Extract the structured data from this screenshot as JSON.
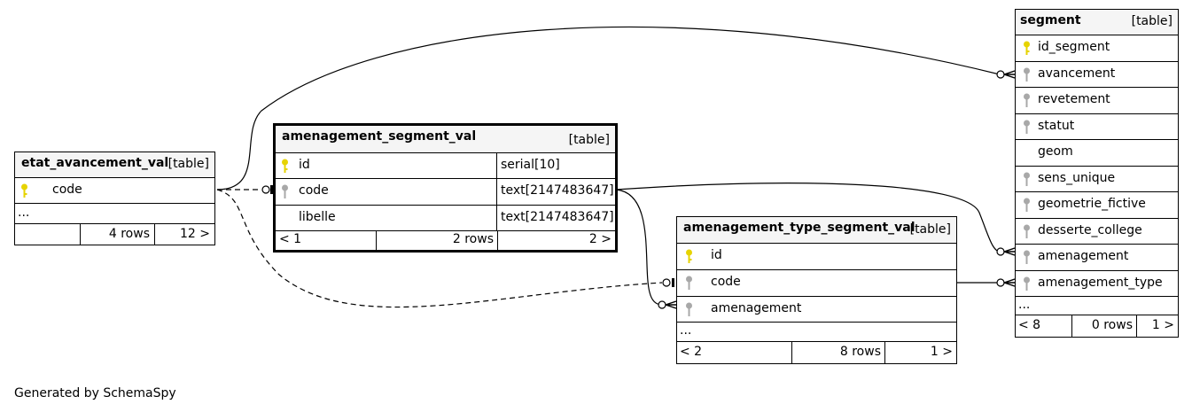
{
  "tables": {
    "etat_avancement_val": {
      "name": "etat_avancement_val",
      "kind": "[table]",
      "columns": [
        {
          "name": "code",
          "key": "primary"
        }
      ],
      "ellipsis": "...",
      "footer": {
        "left": "",
        "rows": "4 rows",
        "right": "12 >"
      }
    },
    "amenagement_segment_val": {
      "name": "amenagement_segment_val",
      "kind": "[table]",
      "columns": [
        {
          "name": "id",
          "type": "serial[10]",
          "key": "primary"
        },
        {
          "name": "code",
          "type": "text[2147483647]",
          "key": "foreign"
        },
        {
          "name": "libelle",
          "type": "text[2147483647]",
          "key": "none"
        }
      ],
      "footer": {
        "left": "< 1",
        "rows": "2 rows",
        "right": "2 >"
      }
    },
    "amenagement_type_segment_val": {
      "name": "amenagement_type_segment_val",
      "kind": "[table]",
      "columns": [
        {
          "name": "id",
          "key": "primary"
        },
        {
          "name": "code",
          "key": "foreign"
        },
        {
          "name": "amenagement",
          "key": "foreign"
        }
      ],
      "ellipsis": "...",
      "footer": {
        "left": "< 2",
        "rows": "8 rows",
        "right": "1 >"
      }
    },
    "segment": {
      "name": "segment",
      "kind": "[table]",
      "columns": [
        {
          "name": "id_segment",
          "key": "primary"
        },
        {
          "name": "avancement",
          "key": "foreign"
        },
        {
          "name": "revetement",
          "key": "foreign"
        },
        {
          "name": "statut",
          "key": "foreign"
        },
        {
          "name": "geom",
          "key": "none"
        },
        {
          "name": "sens_unique",
          "key": "foreign"
        },
        {
          "name": "geometrie_fictive",
          "key": "foreign"
        },
        {
          "name": "desserte_college",
          "key": "foreign"
        },
        {
          "name": "amenagement",
          "key": "foreign"
        },
        {
          "name": "amenagement_type",
          "key": "foreign"
        }
      ],
      "ellipsis": "...",
      "footer": {
        "left": "< 8",
        "rows": "0 rows",
        "right": "1 >"
      }
    }
  },
  "relationships": [
    {
      "from": "segment.avancement",
      "to": "etat_avancement_val.code",
      "implied": false
    },
    {
      "from": "amenagement_segment_val.code",
      "to": "etat_avancement_val.code",
      "implied": true
    },
    {
      "from": "amenagement_type_segment_val.code",
      "to": "etat_avancement_val.code",
      "implied": true
    },
    {
      "from": "segment.amenagement",
      "to": "amenagement_segment_val.code",
      "implied": false
    },
    {
      "from": "amenagement_type_segment_val.amenagement",
      "to": "amenagement_segment_val.code",
      "implied": false
    },
    {
      "from": "segment.amenagement_type",
      "to": "amenagement_type_segment_val.code",
      "implied": false
    }
  ],
  "colors": {
    "primary_key": "#e6d300",
    "foreign_key": "#a8a8a8",
    "header_bg": "#f5f5f5"
  },
  "footer_note": "Generated by SchemaSpy"
}
